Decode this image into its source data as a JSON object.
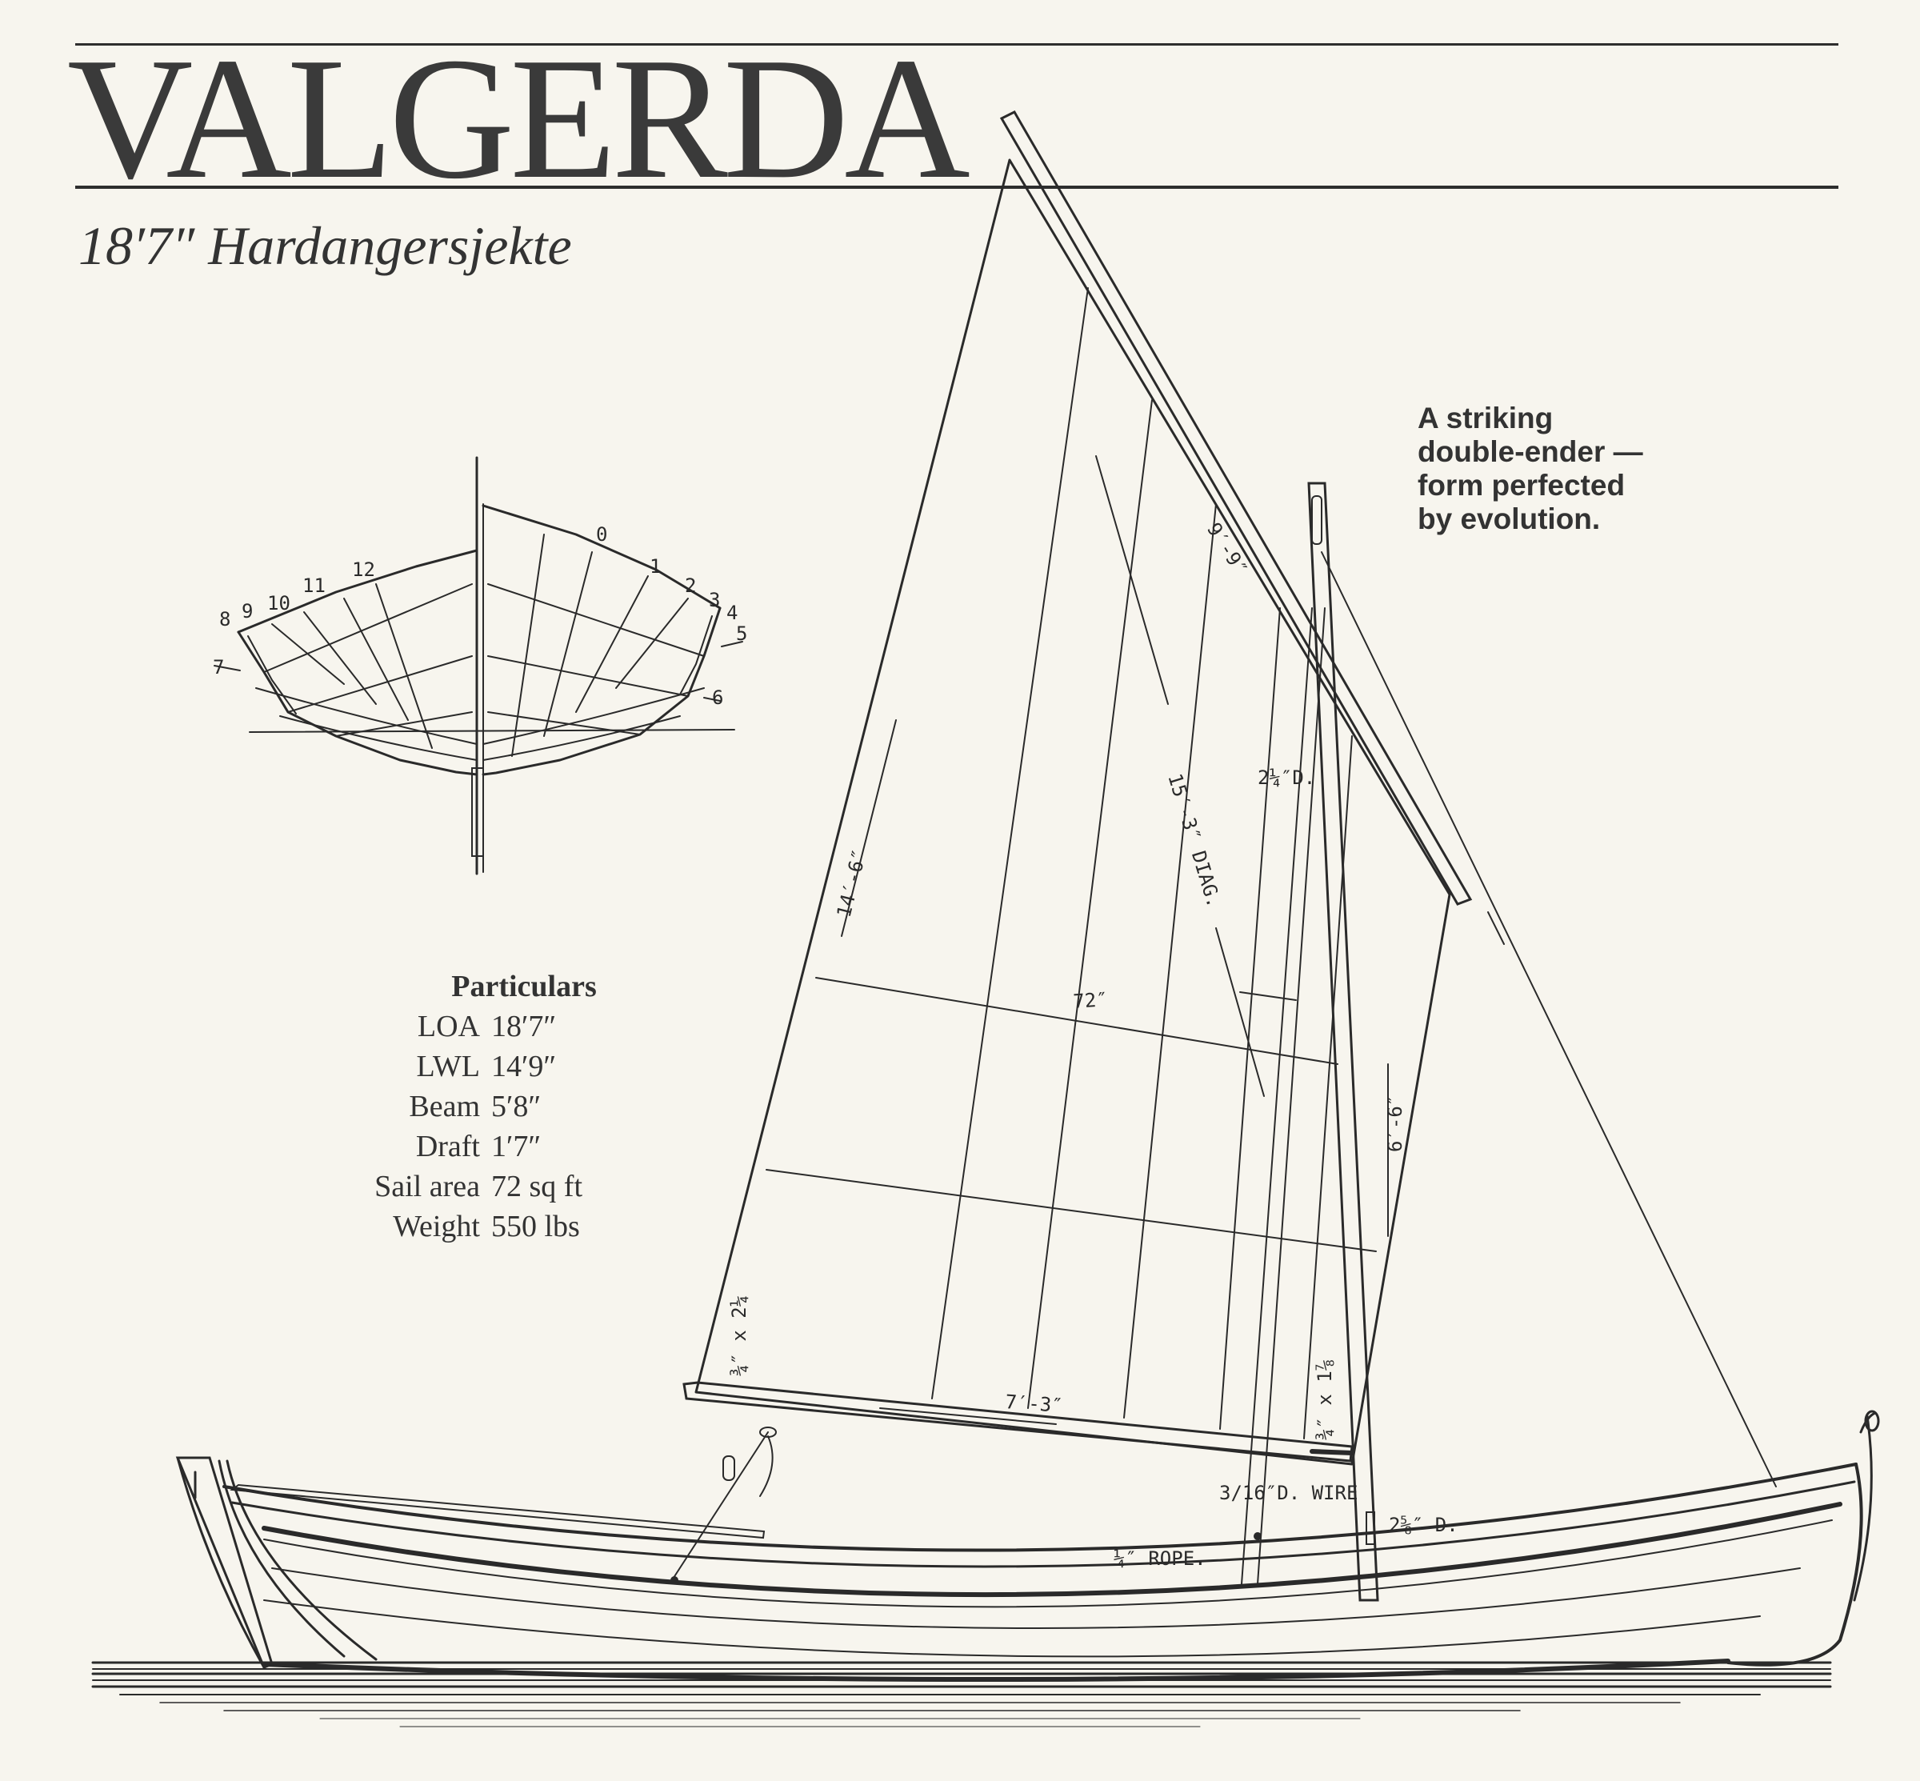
{
  "header": {
    "title": "VALGERDA",
    "subtitle": "18′7″ Hardangersjekte"
  },
  "tagline": {
    "lines": [
      "A striking",
      "double-ender —",
      "form perfected",
      "by evolution."
    ]
  },
  "particulars": {
    "heading": "Particulars",
    "rows": [
      {
        "label": "LOA",
        "value": "18′7″"
      },
      {
        "label": "LWL",
        "value": "14′9″"
      },
      {
        "label": "Beam",
        "value": "5′8″"
      },
      {
        "label": "Draft",
        "value": "1′7″"
      },
      {
        "label": "Sail area",
        "value": "72 sq ft"
      },
      {
        "label": "Weight",
        "value": "550 lbs"
      }
    ]
  },
  "body_plan": {
    "station_numbers": [
      "0",
      "1",
      "2",
      "3",
      "4",
      "5",
      "6",
      "7",
      "8",
      "9",
      "10",
      "11",
      "12"
    ]
  },
  "sail_plan": {
    "dimensions": {
      "yard_length": "9′-9″",
      "luff": "14′-6″",
      "diagonal": "15′-3″ DIAG.",
      "width": "72″",
      "leech": "6′-6″",
      "boom": "7′-3″",
      "yard_section": "2¼″D.",
      "boom_section_fwd": "¾″ x 2¼",
      "boom_section_aft": "¾″ x 1⅞",
      "mast": "2⅝″ D."
    },
    "rigging": {
      "wire": "3/16″D. WIRE",
      "rope": "¼″ ROPE."
    }
  },
  "colors": {
    "ink": "#2a2a2a",
    "paper": "#f7f5ee"
  }
}
